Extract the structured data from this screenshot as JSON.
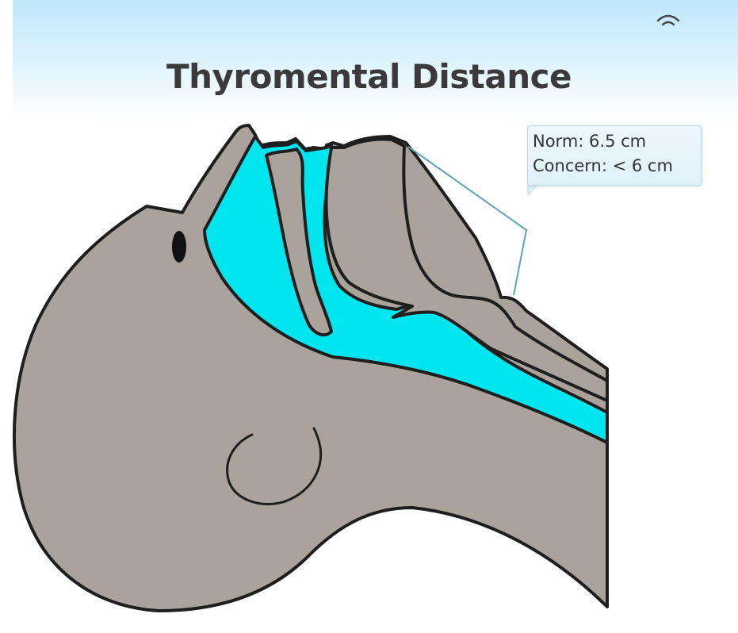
{
  "slide": {
    "title": "Thyromental Distance"
  },
  "callout": {
    "line1": "Norm: 6.5 cm",
    "line2": "Concern: < 6 cm"
  },
  "colors": {
    "head_fill": "#a9a39b",
    "airway_fill": "#00e5ee",
    "outline": "#1e1e1e",
    "measure_line": "#5fa3b8",
    "title_text": "#3a3a3a",
    "header_gradient_top": "#bfe8fb"
  },
  "icons": {
    "corner": "wifi-signal-icon"
  }
}
